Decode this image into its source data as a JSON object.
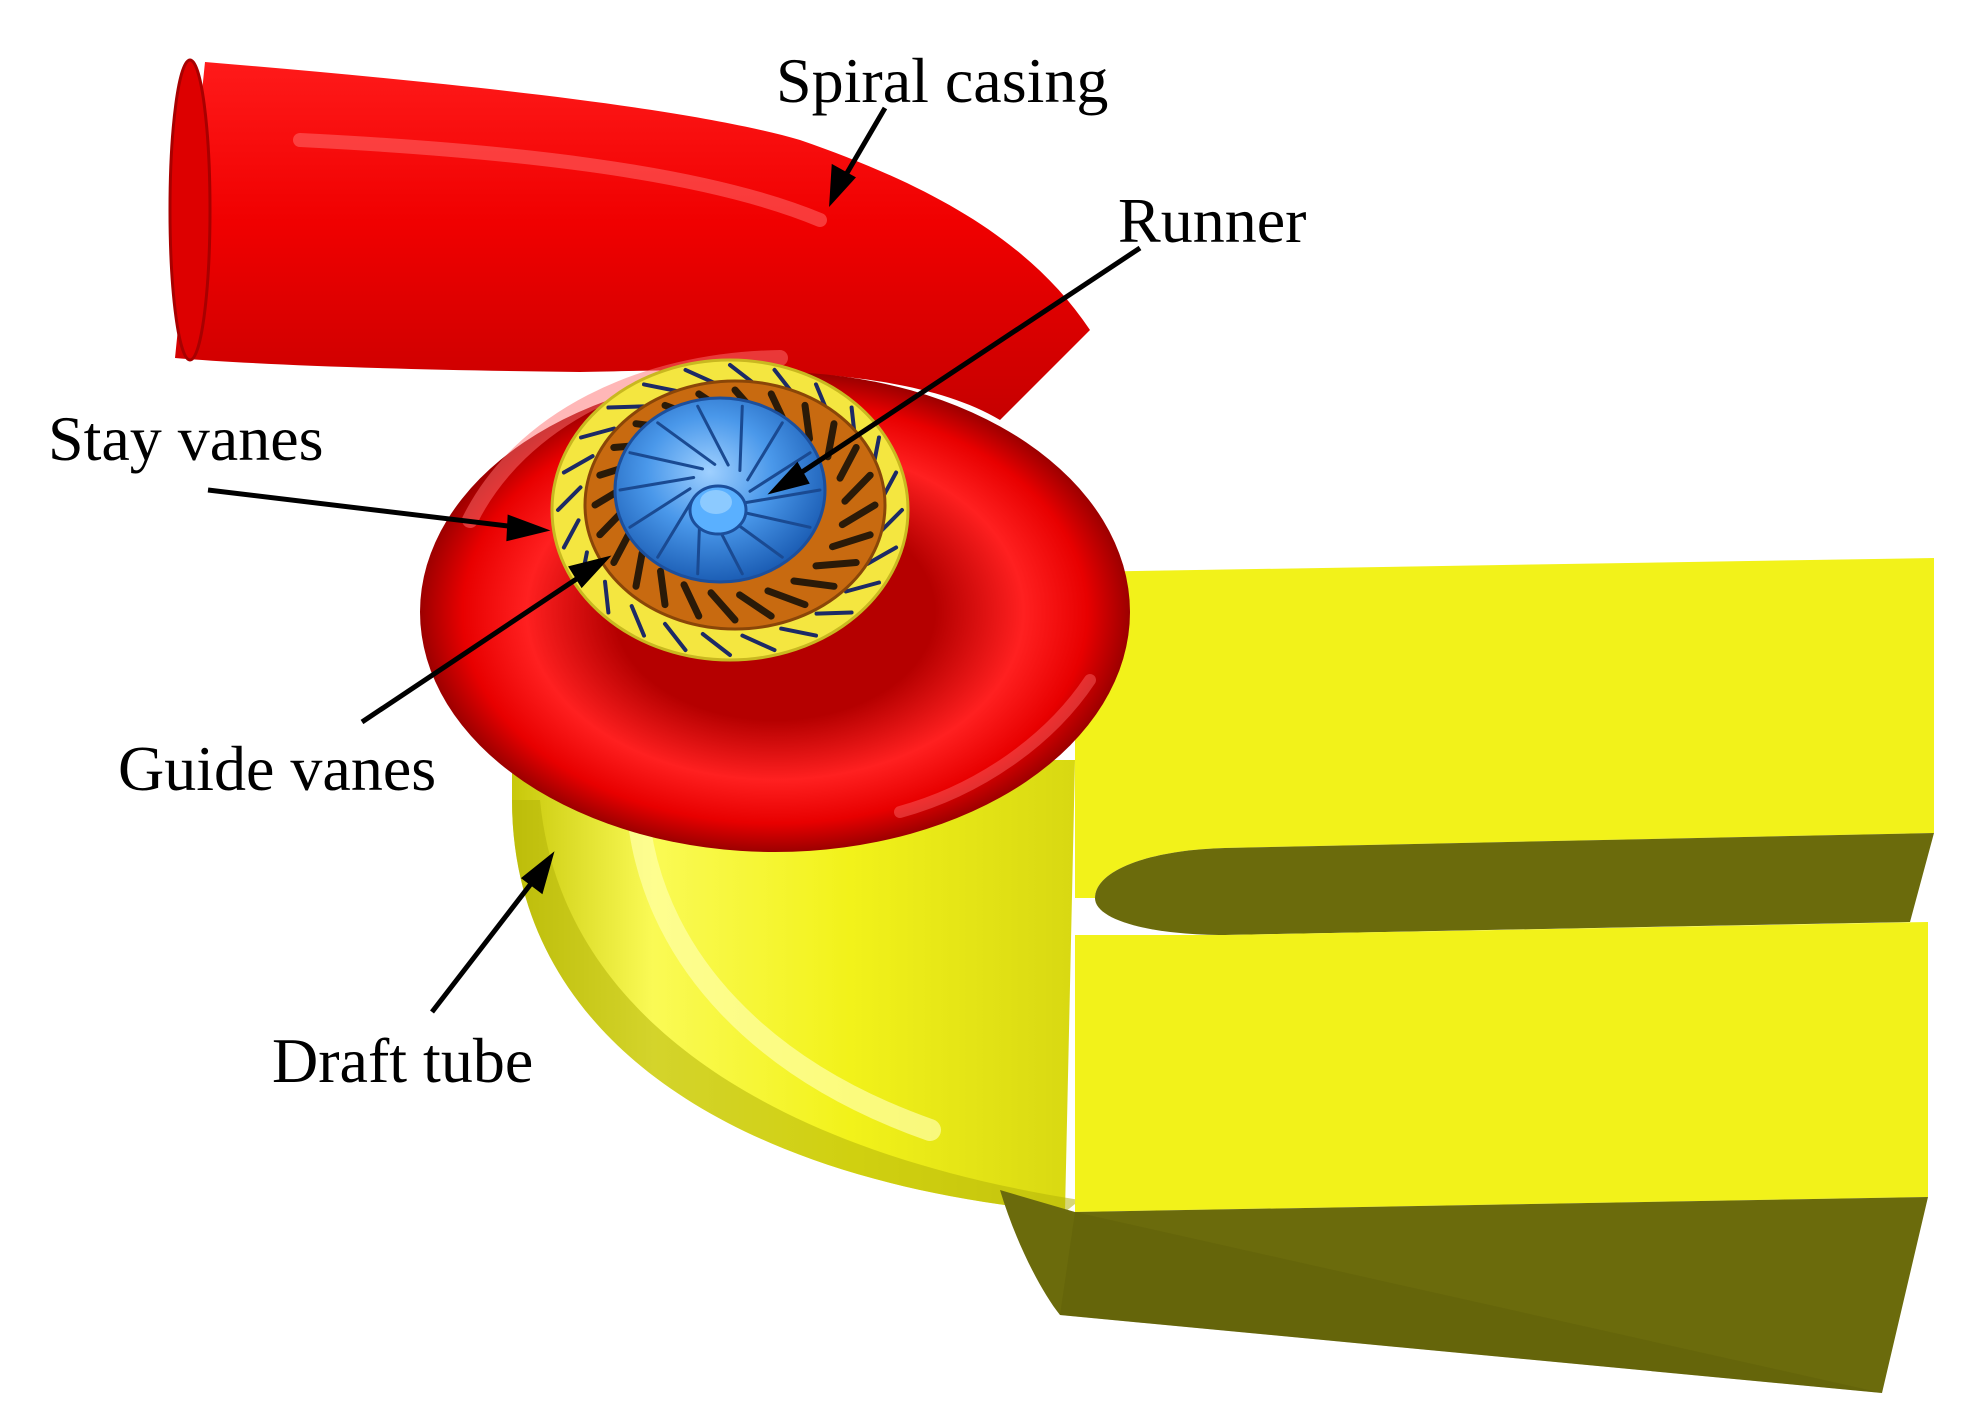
{
  "figure": {
    "colors": {
      "spiral_casing": "#ee0000",
      "draft_tube": "#f2f21a",
      "draft_tube_shadow": "#6b6b0c",
      "stay_vane_ring": "#f4e640",
      "guide_vane_ring": "#c86a10",
      "runner": "#3f8fe6",
      "vane_stroke": "#1c2a66",
      "annotation": "#000000"
    },
    "labels": {
      "spiral_casing": "Spiral casing",
      "runner": "Runner",
      "stay_vanes": "Stay vanes",
      "guide_vanes": "Guide vanes",
      "draft_tube": "Draft tube"
    }
  }
}
